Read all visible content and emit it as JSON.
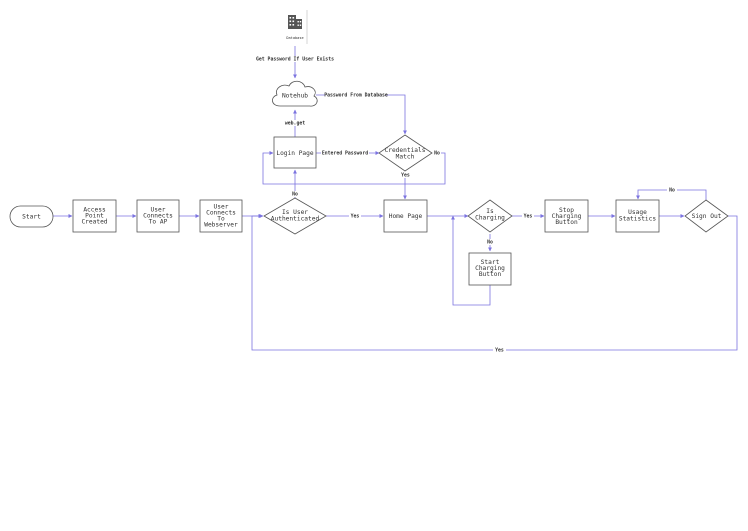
{
  "nodes": {
    "database": {
      "label": "Database"
    },
    "notehub": {
      "label": "Notehub"
    },
    "login_page": {
      "label": "Login Page"
    },
    "credentials_match": {
      "line1": "Credentials",
      "line2": "Match"
    },
    "start": {
      "label": "Start"
    },
    "access_point_created": {
      "line1": "Access",
      "line2": "Point",
      "line3": "Created"
    },
    "user_connects_to_ap": {
      "line1": "User",
      "line2": "Connects",
      "line3": "To AP"
    },
    "user_connects_to_webserver": {
      "line1": "User",
      "line2": "Connects",
      "line3": "To",
      "line4": "Webserver"
    },
    "is_user_authenticated": {
      "line1": "Is User",
      "line2": "Authenticated"
    },
    "home_page": {
      "label": "Home Page"
    },
    "is_charging": {
      "line1": "Is",
      "line2": "Charging"
    },
    "stop_charging_button": {
      "line1": "Stop",
      "line2": "Charging",
      "line3": "Button"
    },
    "start_charging_button": {
      "line1": "Start",
      "line2": "Charging",
      "line3": "Button"
    },
    "usage_statistics": {
      "line1": "Usage",
      "line2": "Statistics"
    },
    "sign_out": {
      "label": "Sign Out"
    }
  },
  "edges": {
    "get_password": "Get Password If User Exists",
    "password_from_db": "Password From Database",
    "web_get": "web.get",
    "entered_password": "Entered Password",
    "cred_no": "No",
    "cred_yes": "Yes",
    "auth_no": "No",
    "auth_yes": "Yes",
    "charging_yes": "Yes",
    "charging_no": "No",
    "signout_no": "No",
    "signout_yes": "Yes"
  }
}
